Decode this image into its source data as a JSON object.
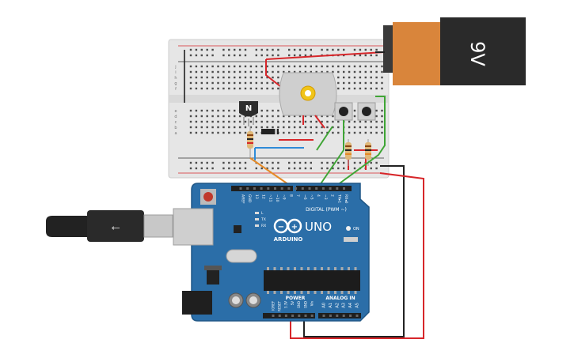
{
  "battery": {
    "label": "9V"
  },
  "transistor": {
    "label": "N"
  },
  "arduino": {
    "brand": "UNO",
    "logo_text": "ARDUINO",
    "digital_header": "DIGITAL (PWM ~)",
    "power_header": "POWER",
    "analog_header": "ANALOG IN",
    "on_label": "ON",
    "led_labels": [
      "L",
      "TX",
      "RX"
    ],
    "digital_pins": [
      "AREF",
      "GND",
      "13",
      "12",
      "~11",
      "~10",
      "~9",
      "8",
      "7",
      "~6",
      "~5",
      "4",
      "~3",
      "2",
      "TX▸1",
      "RX◂0"
    ],
    "power_pins": [
      "IOREF",
      "RESET",
      "3.3V",
      "5V",
      "GND",
      "GND",
      "Vin"
    ],
    "analog_pins": [
      "A0",
      "A1",
      "A2",
      "A3",
      "A4",
      "A5"
    ]
  },
  "breadboard": {
    "row_letters_top": [
      "j",
      "i",
      "h",
      "g",
      "f"
    ],
    "row_letters_bottom": [
      "e",
      "d",
      "c",
      "b",
      "a"
    ]
  },
  "colors": {
    "board": "#2b6ea8",
    "wire_red": "#d7262a",
    "wire_green": "#3fa535",
    "wire_orange": "#e58a26",
    "wire_black": "#222222",
    "wire_blue": "#2e8bd8",
    "battery_orange": "#d9853b",
    "battery_black": "#2a2a2a"
  }
}
